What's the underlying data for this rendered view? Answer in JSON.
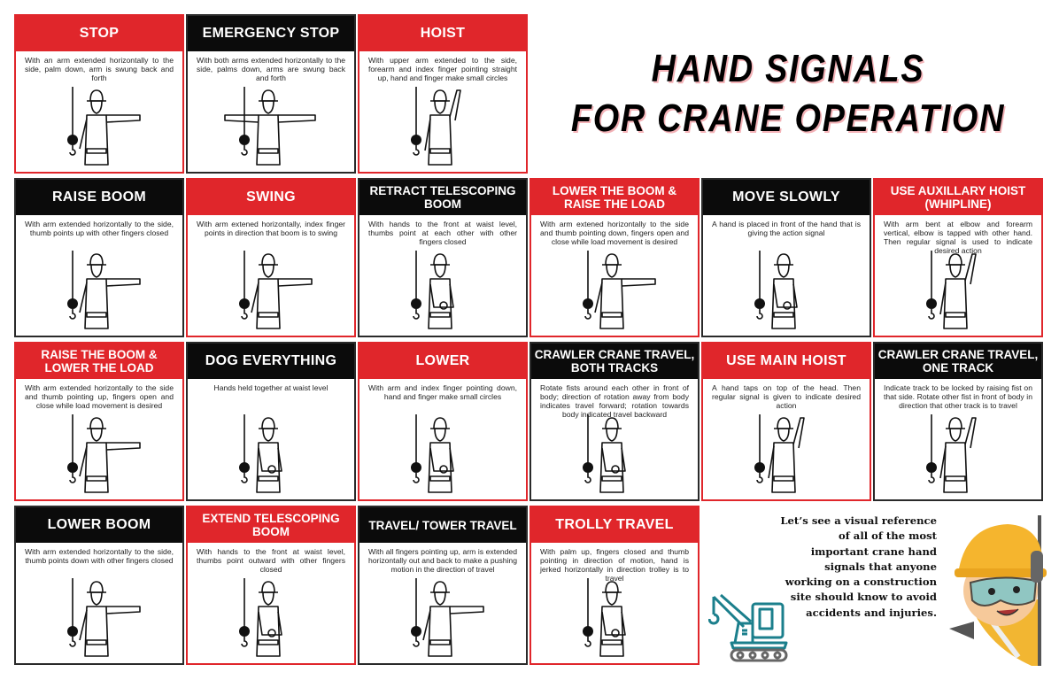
{
  "title": {
    "line1": "HAND SIGNALS",
    "line2": "FOR CRANE OPERATION"
  },
  "blurb": "Let’s see a visual reference of all of the most important crane hand signals that anyone working on a construction site should know to avoid accidents and injuries.",
  "colors": {
    "red": "#e0262b",
    "black": "#0b0b0b",
    "teal": "#1b7f8c"
  },
  "cards": [
    {
      "title": "STOP",
      "style": "red",
      "desc": "With an arm extended horizontally to the side, palm down, arm is swung back and forth",
      "pose": "arm-side"
    },
    {
      "title": "EMERGENCY STOP",
      "style": "black",
      "desc": "With both arms extended horizontally to the side, palms down, arms are swung back and forth",
      "pose": "both-arms"
    },
    {
      "title": "HOIST",
      "style": "red",
      "desc": "With upper arm extended to the side, forearm and index finger pointing straight up, hand and finger make small circles",
      "pose": "arm-up"
    },
    {
      "title": "RAISE BOOM",
      "style": "black",
      "desc": "With arm extended horizontally to the side, thumb points up with other fingers closed",
      "pose": "arm-side"
    },
    {
      "title": "SWING",
      "style": "red",
      "desc": "With arm extened horizontally, index finger points in direction that boom is to swing",
      "pose": "arm-side"
    },
    {
      "title": "RETRACT TELESCOPING BOOM",
      "style": "black",
      "desc": "With hands to the front at waist level, thumbs point at each other with other fingers closed",
      "pose": "waist"
    },
    {
      "title": "LOWER THE BOOM & RAISE THE LOAD",
      "style": "red",
      "desc": "With arm extened horizontally to the side and thumb pointing down, fingers open and close while load movement is desired",
      "pose": "arm-side"
    },
    {
      "title": "MOVE SLOWLY",
      "style": "black",
      "desc": "A hand is placed in front of the hand that is giving the action signal",
      "pose": "waist"
    },
    {
      "title": "USE AUXILLARY HOIST (WHIPLINE)",
      "style": "red",
      "desc": "With arm bent at elbow and forearm vertical, elbow is tapped with other hand. Then regular signal is used to indicate desired action",
      "pose": "arm-up"
    },
    {
      "title": "RAISE THE BOOM & LOWER THE LOAD",
      "style": "red",
      "desc": "With arm extended horizontally to the side and thumb pointing up, fingers open and close while load movement is desired",
      "pose": "arm-side"
    },
    {
      "title": "DOG EVERYTHING",
      "style": "black",
      "desc": "Hands held together at waist level",
      "pose": "waist"
    },
    {
      "title": "LOWER",
      "style": "red",
      "desc": "With arm and index finger pointing down, hand and finger make small circles",
      "pose": "waist"
    },
    {
      "title": "CRAWLER CRANE TRAVEL, BOTH TRACKS",
      "style": "black",
      "desc": "Rotate fists around each other in front of body; direction of rotation away from body indicates travel forward; rotation towards body indicated travel backward",
      "pose": "waist"
    },
    {
      "title": "USE MAIN HOIST",
      "style": "red",
      "desc": "A hand taps on top of the head. Then regular signal is given to indicate desired action",
      "pose": "arm-up"
    },
    {
      "title": "CRAWLER CRANE TRAVEL, ONE TRACK",
      "style": "black",
      "desc": "Indicate track to be locked by raising fist on that side. Rotate other fist in front of body in direction that other track is to travel",
      "pose": "arm-up"
    },
    {
      "title": "LOWER BOOM",
      "style": "black",
      "desc": "With arm extended horizontally to the side, thumb points down with other fingers closed",
      "pose": "arm-side"
    },
    {
      "title": "EXTEND TELESCOPING BOOM",
      "style": "red",
      "desc": "With hands to the front at waist level, thumbs point outward with other fingers closed",
      "pose": "waist"
    },
    {
      "title": "TRAVEL/ TOWER TRAVEL",
      "style": "black",
      "desc": "With all fingers pointing up, arm is extended horizontally out and back to make a pushing motion in the direction of travel",
      "pose": "arm-side"
    },
    {
      "title": "TROLLY TRAVEL",
      "style": "red",
      "desc": "With palm up, fingers closed and thumb pointing in direction of motion, hand is jerked horizontally in direction trolley is to travel",
      "pose": "waist"
    }
  ]
}
